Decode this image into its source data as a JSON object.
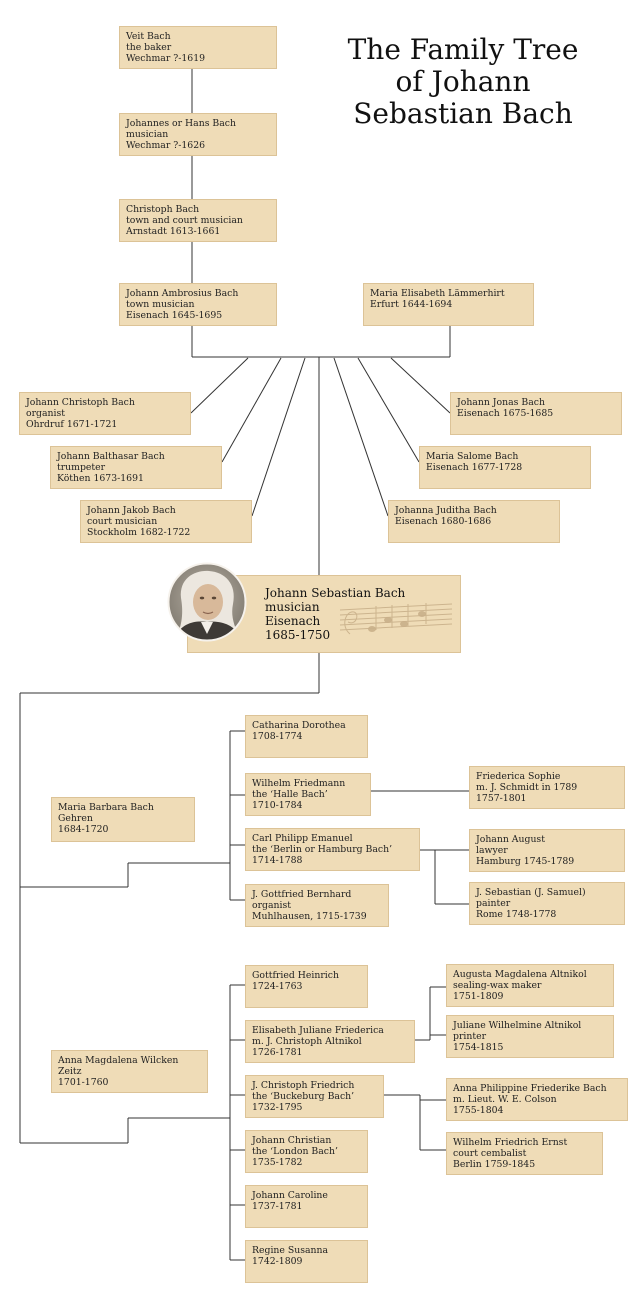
{
  "title_lines": [
    "The Family Tree",
    "of Johann",
    "Sebastian Bach"
  ],
  "colors": {
    "box_fill": "#efdcb7",
    "box_border": "#dcc397",
    "line": "#333333"
  },
  "icons": {
    "portrait": "bach-portrait-icon",
    "score": "music-score-icon"
  },
  "ancestors": [
    {
      "lines": [
        "Veit Bach",
        "the baker",
        "Wechmar ?-1619"
      ]
    },
    {
      "lines": [
        "Johannes or Hans Bach",
        "musician",
        "Wechmar ?-1626"
      ]
    },
    {
      "lines": [
        "Christoph Bach",
        "town and court musician",
        "Arnstadt 1613-1661"
      ]
    },
    {
      "lines": [
        "Johann Ambrosius Bach",
        "town musician",
        "Eisenach 1645-1695"
      ]
    }
  ],
  "mother": {
    "lines": [
      "Maria Elisabeth Lämmerhirt",
      "Erfurt 1644-1694"
    ]
  },
  "siblings_left": [
    {
      "lines": [
        "Johann Christoph Bach",
        "organist",
        "Ohrdruf 1671-1721"
      ]
    },
    {
      "lines": [
        "Johann Balthasar Bach",
        "trumpeter",
        "Köthen 1673-1691"
      ]
    },
    {
      "lines": [
        "Johann Jakob Bach",
        "court musician",
        "Stockholm 1682-1722"
      ]
    }
  ],
  "siblings_right": [
    {
      "lines": [
        "Johann Jonas Bach",
        "Eisenach 1675-1685"
      ]
    },
    {
      "lines": [
        "Maria Salome Bach",
        "Eisenach 1677-1728"
      ]
    },
    {
      "lines": [
        "Johanna Juditha Bach",
        "Eisenach 1680-1686"
      ]
    }
  ],
  "jsb": {
    "lines": [
      "Johann Sebastian Bach",
      "musician",
      "Eisenach",
      "1685-1750"
    ]
  },
  "wife1": {
    "lines": [
      "Maria Barbara Bach",
      "Gehren",
      "1684-1720"
    ]
  },
  "children1": [
    {
      "lines": [
        "Catharina Dorothea",
        "1708-1774"
      ]
    },
    {
      "lines": [
        "Wilhelm Friedmann",
        "the ‘Halle Bach’",
        "1710-1784"
      ]
    },
    {
      "lines": [
        "Carl Philipp Emanuel",
        "the ‘Berlin or Hamburg Bach’",
        "1714-1788"
      ]
    },
    {
      "lines": [
        "J. Gottfried Bernhard",
        "organist",
        "Muhlhausen, 1715-1739"
      ]
    }
  ],
  "grandchildren1": [
    {
      "lines": [
        "Friederica Sophie",
        "m. J. Schmidt in 1789",
        "1757-1801"
      ]
    },
    {
      "lines": [
        "Johann August",
        "lawyer",
        "Hamburg 1745-1789"
      ]
    },
    {
      "lines": [
        "J. Sebastian (J. Samuel)",
        "painter",
        "Rome 1748-1778"
      ]
    }
  ],
  "wife2": {
    "lines": [
      "Anna Magdalena Wilcken",
      "Zeitz",
      "1701-1760"
    ]
  },
  "children2": [
    {
      "lines": [
        "Gottfried Heinrich",
        "1724-1763"
      ]
    },
    {
      "lines": [
        "Elisabeth Juliane Friederica",
        "m. J. Christoph Altnikol",
        "1726-1781"
      ]
    },
    {
      "lines": [
        "J. Christoph Friedrich",
        "the ‘Buckeburg Bach’",
        "1732-1795"
      ]
    },
    {
      "lines": [
        "Johann Christian",
        "the ‘London Bach’",
        "1735-1782"
      ]
    },
    {
      "lines": [
        "Johann Caroline",
        "1737-1781"
      ]
    },
    {
      "lines": [
        "Regine Susanna",
        "1742-1809"
      ]
    }
  ],
  "grandchildren2": [
    {
      "lines": [
        "Augusta Magdalena Altnikol",
        "sealing-wax maker",
        "1751-1809"
      ]
    },
    {
      "lines": [
        "Juliane Wilhelmine Altnikol",
        "printer",
        "1754-1815"
      ]
    },
    {
      "lines": [
        "Anna Philippine Friederike Bach",
        "m. Lieut. W. E. Colson",
        "1755-1804"
      ]
    },
    {
      "lines": [
        "Wilhelm Friedrich Ernst",
        "court cembalist",
        "Berlin 1759-1845"
      ]
    }
  ]
}
